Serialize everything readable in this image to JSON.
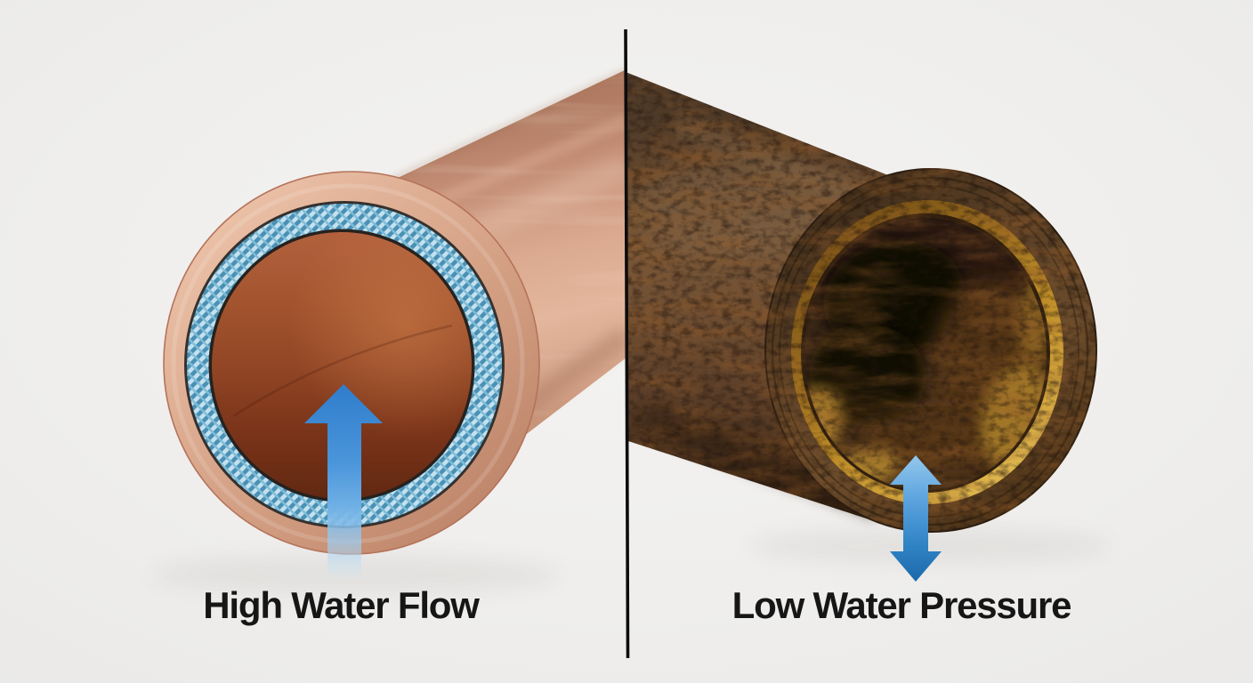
{
  "scene": {
    "kind": "pipe-comparison-illustration",
    "background_color": "#efeeec",
    "divider_color": "#0c0c0c",
    "label_color": "#161616"
  },
  "left_panel": {
    "label": "High Water Flow",
    "subject": "clean copper pipe with blue braided liner",
    "arrow_icon": "up-arrow-icon",
    "colors": {
      "copper_body": "#d9a78f",
      "copper_rim": "#e2b49c",
      "braided_liner": "#bcdeee",
      "liner_weave": "#4a90b4",
      "interior": "#8e4224",
      "arrow_top": "#2f7ccb",
      "arrow_fade": "#d9ecfa"
    }
  },
  "right_panel": {
    "label": "Low Water Pressure",
    "subject": "corroded rusty pipe with narrowed opening",
    "arrow_icon": "up-down-arrow-icon",
    "colors": {
      "rust_body": "#6e4d31",
      "rust_dark": "#332214",
      "corrosion_amber": "#c8952f",
      "interior_hole": "#0e0905",
      "arrow_top": "#93c8ed",
      "arrow_bottom": "#1b67a8"
    }
  }
}
